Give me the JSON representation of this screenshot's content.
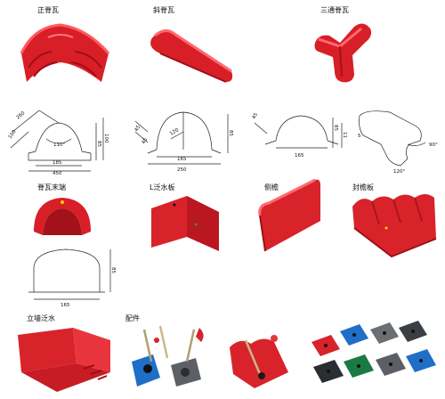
{
  "labels": {
    "ridge": "正脊瓦",
    "slant_ridge": "斜脊瓦",
    "three_way": "三通脊瓦",
    "ridge_end": "脊瓦末端",
    "l_flashing": "L泛水板",
    "side_cover": "侧檐",
    "eave_cover": "封檐板",
    "wall_flashing": "立墙泛水",
    "accessories": "配件"
  },
  "dims": {
    "ridge": {
      "slant": "260",
      "side": "100",
      "angle": "110°",
      "h1": "85",
      "h2": "100",
      "bottom": "185",
      "width": "450"
    },
    "slant": {
      "d1": "45",
      "d2": "45",
      "r": "120",
      "h": "85",
      "bottom": "165",
      "width": "250"
    },
    "three": {
      "d1": "45",
      "h1": "85",
      "h2": "11",
      "bottom": "165",
      "s": "5",
      "a1": "90°",
      "a2": "120°"
    },
    "end": {
      "h": "85",
      "bottom": "165"
    }
  },
  "colors": {
    "red": "#e0202a",
    "dark_red": "#b3131c",
    "blue": "#1f6fc9",
    "green": "#1b7a44",
    "grey": "#6b6e72",
    "dark": "#3b3f44"
  }
}
